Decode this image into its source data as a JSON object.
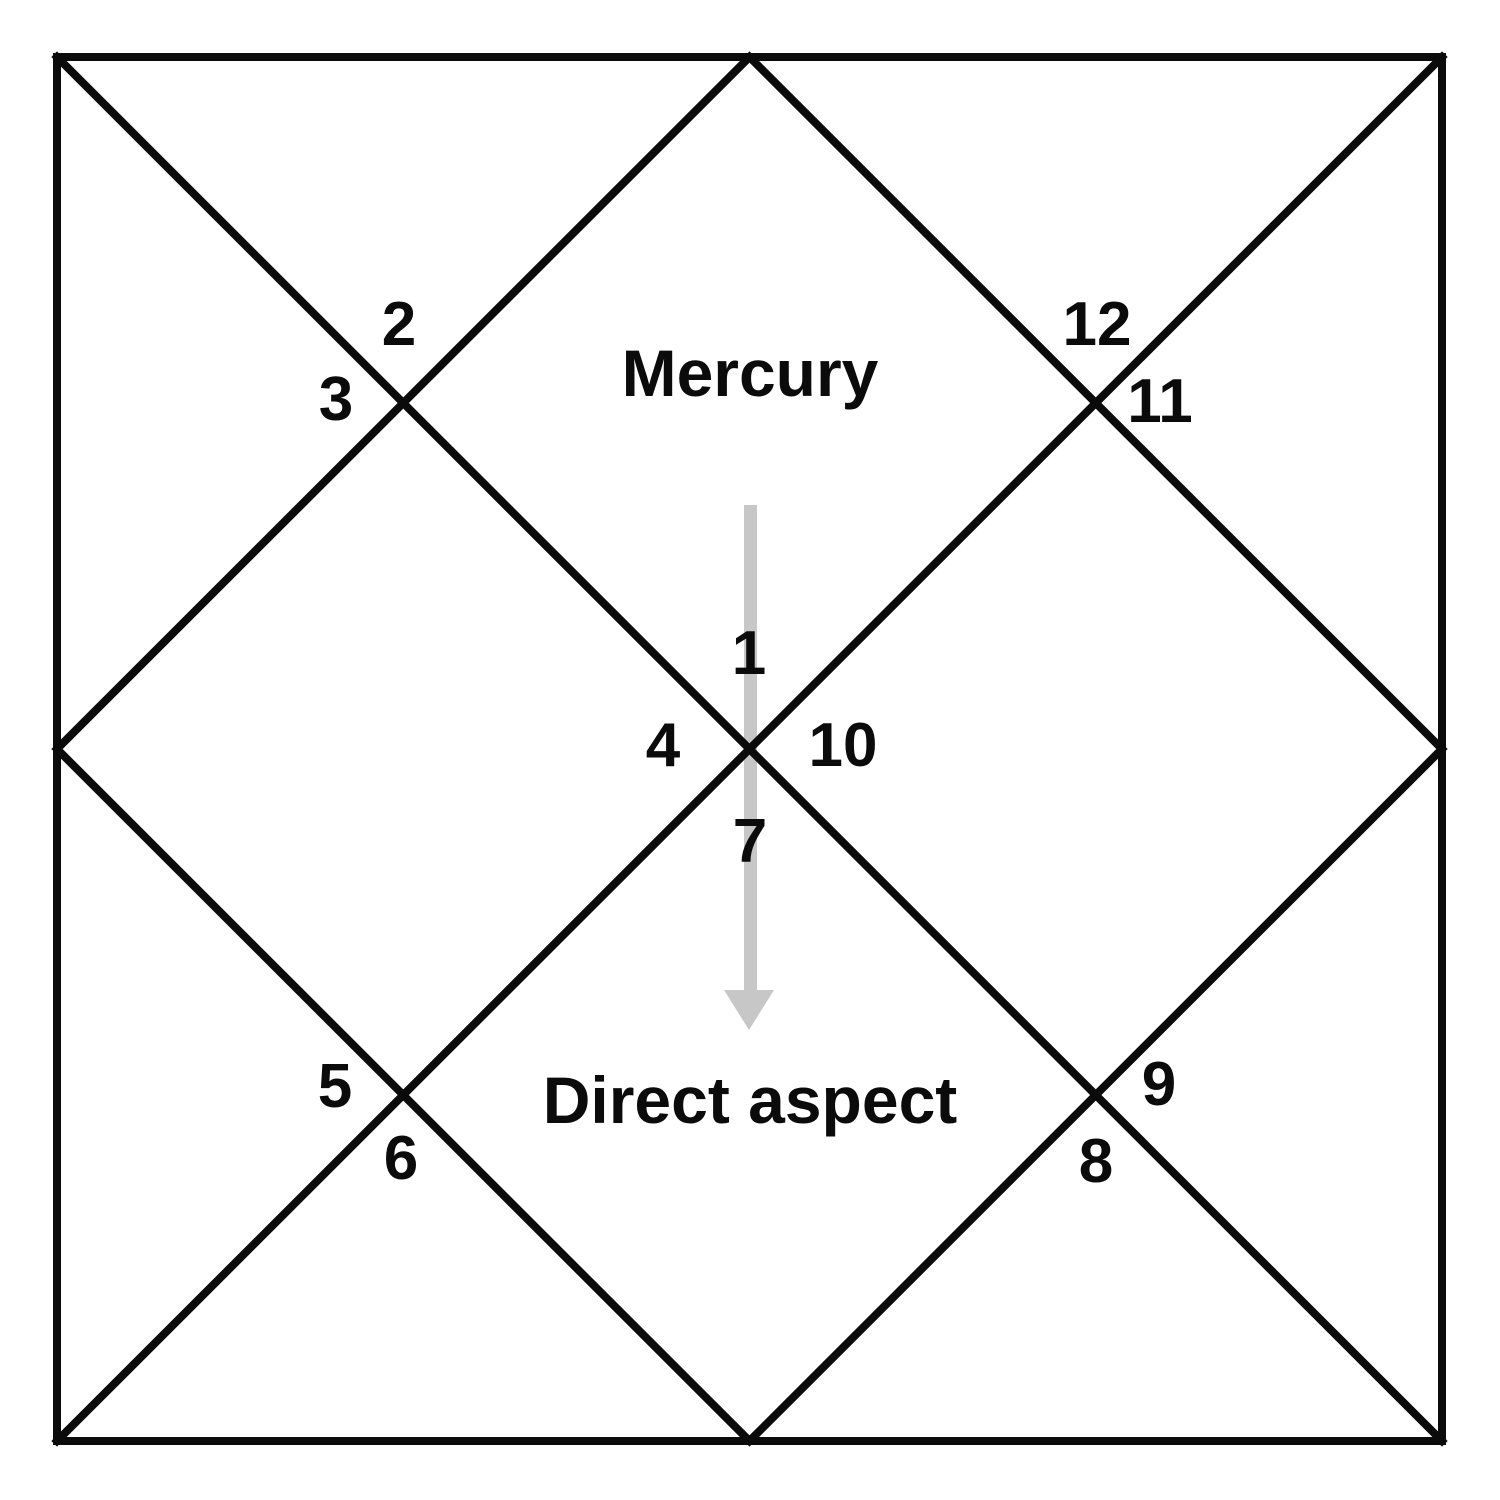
{
  "diagram": {
    "planet_label": "Mercury",
    "aspect_label": "Direct aspect",
    "house_labels": {
      "h1": "1",
      "h2": "2",
      "h3": "3",
      "h4": "4",
      "h5": "5",
      "h6": "6",
      "h7": "7",
      "h8": "8",
      "h9": "9",
      "h10": "10",
      "h11": "11",
      "h12": "12"
    },
    "colors": {
      "line": "#0b0b0b",
      "text": "#0b0b0b",
      "arrow": "#c7c7c7",
      "background": "#ffffff"
    }
  }
}
